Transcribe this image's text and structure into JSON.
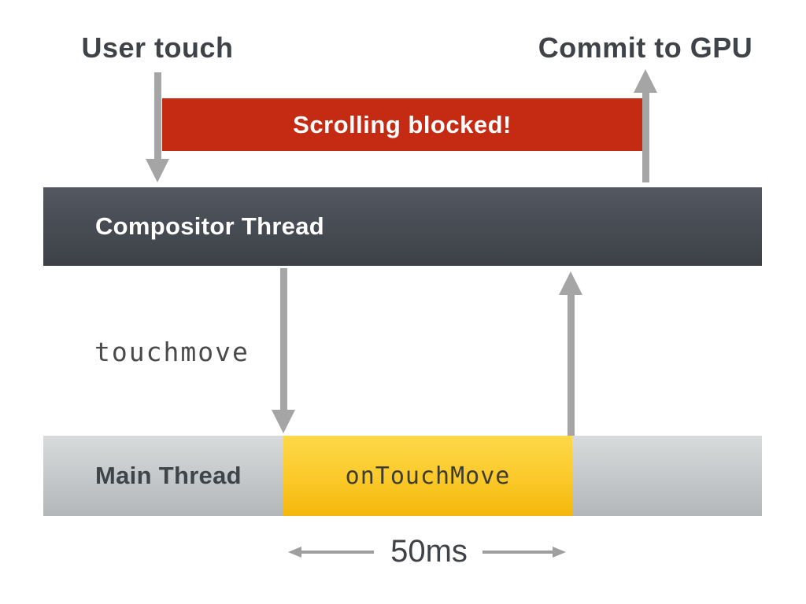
{
  "diagram": {
    "type": "thread-timing-diagram",
    "labels": {
      "user_touch": "User touch",
      "commit_to_gpu": "Commit to GPU",
      "scrolling_blocked": "Scrolling blocked!",
      "compositor_thread": "Compositor Thread",
      "touchmove_event": "touchmove",
      "main_thread": "Main Thread",
      "on_touch_move": "onTouchMove",
      "duration": "50ms"
    },
    "colors": {
      "background": "#ffffff",
      "blocked_banner": "#c52a12",
      "banner_text": "#ffffff",
      "compositor_bar_top": "#545962",
      "compositor_bar_bottom": "#3d4147",
      "compositor_text": "#ffffff",
      "main_thread_bar_top": "#d8dadb",
      "main_thread_bar_bottom": "#b3b7b9",
      "main_thread_text": "#3f4448",
      "handler_block_top": "#fdd84a",
      "handler_block_bottom": "#f4b70c",
      "handler_text": "#3e3d33",
      "arrow": "#a5a5a5",
      "heading_text": "#3f4347"
    }
  }
}
